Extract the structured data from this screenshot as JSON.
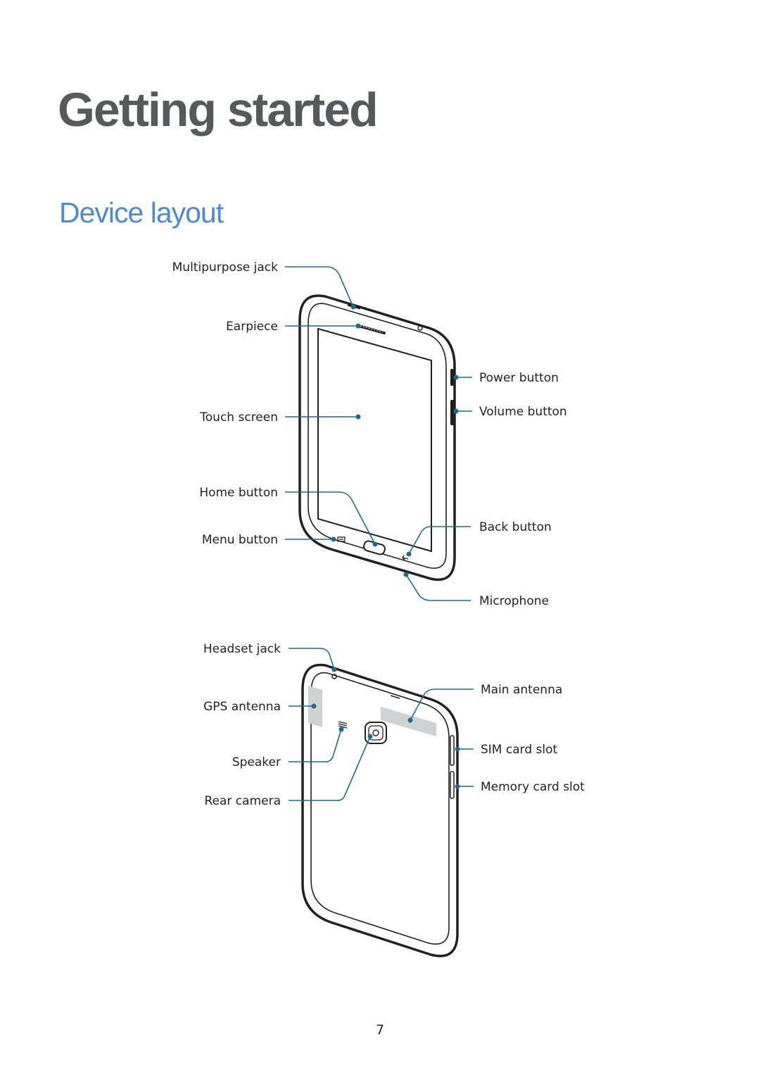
{
  "heading": {
    "chapter": "Getting started",
    "section": "Device layout"
  },
  "front_labels": {
    "multipurpose_jack": "Multipurpose jack",
    "earpiece": "Earpiece",
    "touch_screen": "Touch screen",
    "home_button": "Home button",
    "menu_button": "Menu button",
    "power_button": "Power button",
    "volume_button": "Volume button",
    "back_button": "Back button",
    "microphone": "Microphone"
  },
  "back_labels": {
    "headset_jack": "Headset jack",
    "gps_antenna": "GPS antenna",
    "speaker": "Speaker",
    "rear_camera": "Rear camera",
    "main_antenna": "Main antenna",
    "sim_card_slot": "SIM card slot",
    "memory_card_slot": "Memory card slot"
  },
  "colors": {
    "chapter_title": "#58595b",
    "section_title": "#4a8ccf",
    "callout_line": "#1f6a8e",
    "antenna_area": "#cfd0d2"
  },
  "page_number": "7"
}
